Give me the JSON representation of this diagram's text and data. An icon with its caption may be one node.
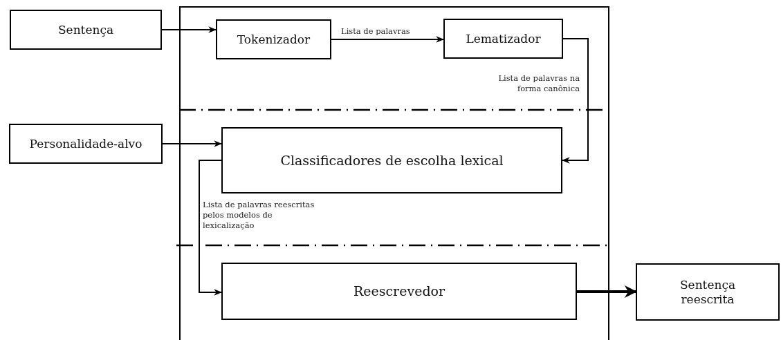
{
  "diagram": {
    "nodes": [
      {
        "text": [],
        "shape": "box"
      },
      {
        "text": [
          "Sentença"
        ]
      },
      {
        "text": [
          "Tokenizador"
        ],
        "in": 0
      },
      {
        "text": [
          "Lematizador"
        ],
        "in": 0
      },
      {
        "text": [
          "Personalidade-alvo"
        ]
      },
      {
        "text": [
          "Classificadores de escolha lexical"
        ],
        "in": 0
      },
      {
        "text": [
          "Reescrevedor"
        ],
        "in": 0
      },
      {
        "text": [
          "Sentença reescrita"
        ]
      }
    ],
    "edges": [
      {
        "from": 1,
        "to": 2,
        "arrow": "to"
      },
      {
        "from": 2,
        "to": 3,
        "arrow": "to",
        "label": "Lista de palavras"
      },
      {
        "from": 3,
        "to": 5,
        "arrow": "to",
        "label": "Lista de palavras na forma canônica"
      },
      {
        "from": 4,
        "to": 5,
        "arrow": "to"
      },
      {
        "from": 5,
        "to": 6,
        "arrow": "to",
        "label": "Lista de palavras reescritas pelos modelos de lexicalização"
      },
      {
        "from": 6,
        "to": 7,
        "arrow": "to",
        "style": "thick"
      }
    ]
  }
}
